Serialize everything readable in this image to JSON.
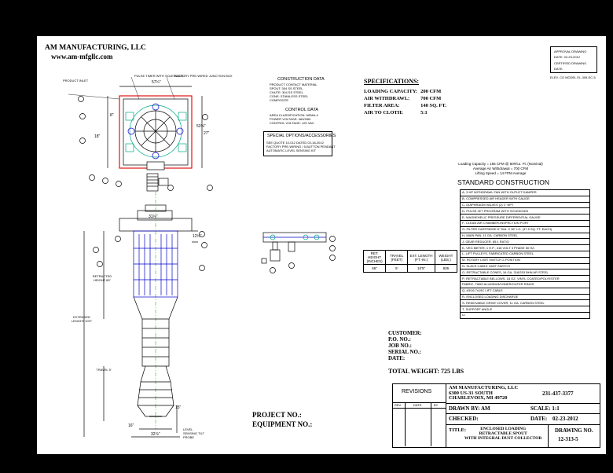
{
  "company": {
    "name": "AM MANUFACTURING, LLC",
    "website": "www.am-mfgllc.com"
  },
  "approval": {
    "approval": "APPROVAL DRAWING",
    "date": "DATE: 02-23-2012",
    "certified": "CERTIFIED DRAWING",
    "certified_date": "DATE:",
    "model": "ELEV. CO MODEL EL-305-EC-5"
  },
  "construction_data": {
    "title": "CONSTRUCTION DATA",
    "lines": [
      "PRODUCT CONTACT MATERIAL",
      "SPOUT: 304 SS STEEL",
      "CHUTE: 304 SS STEEL",
      "CONE: STAINLESS STEEL",
      "COMPOSITE"
    ],
    "control_title": "CONTROL DATA",
    "control_lines": [
      "AREA CLASSIFICATION: NEMA-4",
      "POWER VOLTAGE: 460/3/60",
      "CONTROL VOLTAGE: 120 VAC"
    ]
  },
  "special_options": {
    "title": "SPECIAL OPTIONS/ACCESSORIES",
    "lines": [
      "SEE QUOTE 10-012 DATED 02-18-2012",
      "FACTORY PRE-WIRING / 5-BUTTON PENDANT",
      "AUTOMATIC LEVEL SENSING KIT"
    ]
  },
  "specifications": {
    "title": "SPECIFICATIONS:",
    "rows": [
      {
        "label": "LOADING CAPACITY:",
        "value": "200 CFM"
      },
      {
        "label": "AIR WITHDRAWL:",
        "value": "700 CFM"
      },
      {
        "label": "FILTER AREA:",
        "value": "140 SQ. FT."
      },
      {
        "label": "AIR TO CLOTH:",
        "value": "5:1"
      }
    ]
  },
  "capacity_notes": [
    "Loading Capacity = 155 CFM @ 60#/cu. Ft. (Nominal)",
    "Average Air Withdrawal = 700 CFM",
    "Lifting Speed = 14 FPM Average"
  ],
  "standard_construction": {
    "title": "STANDARD CONSTRUCTION",
    "items": [
      "A- 3 HP WITHDRAWL FAN WITH OUTLET DAMPER",
      "B- COMPRESSED AIR HEADER WITH GAUGE",
      "C- DIAPHRAGM VALVES (2) 1\" NPT",
      "D- PULSE JET PROGRAM WITH SOLENOIDS",
      "E- MAGNEHELIC PRESSURE DIFFERENTIAL GAUGE",
      "F- CLEAN AIR CHAMBER-INSPECTION PORT",
      "G- FILTER CARTRIDGE 6\" DIA. X 36\" LG. (37.5 SQ. FT. EACH)",
      "H- MAIN PAN, 11 GA. CARBON STEEL",
      "J- GEAR REDUCER, 85:1 RATIO",
      "K- VEG METER, 1 H.P., 415 VOLT 3 PHASE 50 HZ.",
      "L- LIFT PULLEYS, FABRICATED CARBON STEEL",
      "M- ROTARY LIMIT SWITCH 2-POSITION",
      "N- SLACK CABLE LIMIT SWITCH",
      "O- RETRACTABLE CONES, 16 GA. 316/253 BHN AR STEEL",
      "P- RETRACTABLE BELLOWS, 18 OZ. VINYL COATED/POLYESTER",
      "   FABRIC, TABS ALUMINUM INNER/OUTER RINGS",
      "Q- #3/16 7x19C LIFT CABLE",
      "R- ENCLOSED LOADING DISCHARGE",
      "S- REMOVABLE DRIVE COVER, 11 GA. CARBON STEEL",
      "T- SUPPORT ANGLE",
      "U-"
    ]
  },
  "cylinder_table": {
    "headers": [
      "RET. HEIGHT (INCHES)",
      "TRAVEL (FEET)",
      "EXT. LENGTH (FT.-IN.)",
      "WEIGHT (LBS.)"
    ],
    "values": [
      "65\"",
      "5'",
      "10'5\"",
      "836"
    ]
  },
  "customer": {
    "customer": "CUSTOMER:",
    "po": "P.O. NO.:",
    "job": "JOB NO.:",
    "serial": "SERIAL NO.:",
    "date": "DATE:"
  },
  "total_weight": "TOTAL WEIGHT: 725 LBS",
  "project": {
    "project": "PROJECT NO.:",
    "equipment": "EQUIPMENT NO.:"
  },
  "title_block": {
    "revisions": "REVISIONS",
    "rev": "REV.",
    "date": "DATE",
    "by": "BY",
    "company": "AM MANUFACTURING, LLC",
    "address1": "6300 US-31 SOUTH",
    "address2": "CHARLEVOIX, MI 49720",
    "phone": "231-437-3377",
    "drawn_by": "DRAWN BY: AM",
    "scale": "SCALE: 1:1",
    "checked": "CHECKED:",
    "date_label": "DATE:",
    "date_value": "02-23-2012",
    "title_label": "TITLE:",
    "title_lines": [
      "ENCLOSED LOADING",
      "RETRACTABLE SPOUT",
      "WITH INTEGRAL DUST COLLECTOR"
    ],
    "drawing_no_label": "DRAWING NO.",
    "drawing_no": "12-313-5"
  },
  "callouts": {
    "pulse_timer": "PULSE TIMER WITH SOLENOIDS",
    "junction_box": "FACTORY PRE-WIRED JUNCTION BOX",
    "product_inlet": "PRODUCT INLET",
    "dim_57": "57¼\"",
    "dim_8": "8\"",
    "dim_18": "18\"",
    "dim_53": "53⅝\"",
    "dim_27": "27\"",
    "dim_31": "31¼\"",
    "dim_12": "12½\"",
    "retracted_height": "RETRACTED HEIGHT 65\"",
    "extended_length": "EXTENDED LENGHT 10'5\"",
    "travel": "TRAVEL 5'",
    "dim_16": "16\"",
    "dim_32": "32⅞\"",
    "dim_15": "15\"",
    "level_sensing": "LEVEL SENSING TILT PROBE"
  }
}
